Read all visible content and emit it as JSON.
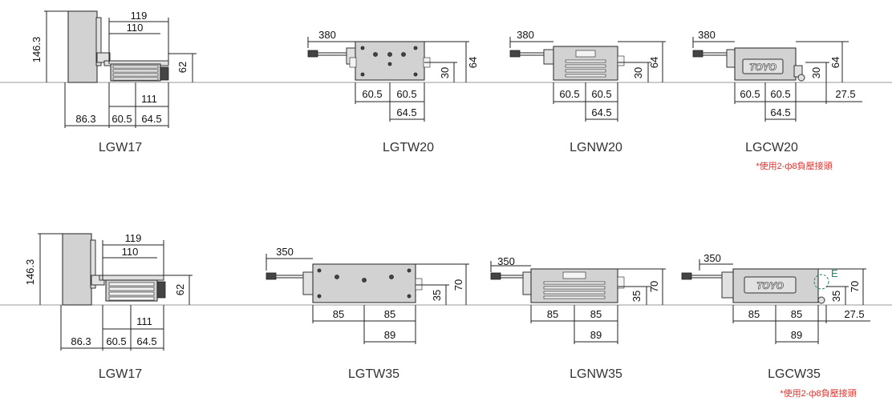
{
  "rows": [
    {
      "lgw": {
        "name": "LGW17",
        "height": "146.3",
        "w119": "119",
        "w110": "110",
        "h62": "62",
        "w111": "111",
        "l86": "86.3",
        "l60": "60.5",
        "l64": "64.5"
      },
      "lgtw": {
        "name": "LGTW20",
        "cable": "380",
        "a": "60.5",
        "b": "60.5",
        "c": "64.5",
        "h30": "30",
        "h64": "64"
      },
      "lgnw": {
        "name": "LGNW20",
        "cable": "380",
        "a": "60.5",
        "b": "60.5",
        "c": "64.5",
        "h30": "30",
        "h64": "64"
      },
      "lgcw": {
        "name": "LGCW20",
        "cable": "380",
        "a": "60.5",
        "b": "60.5",
        "c": "64.5",
        "h30": "30",
        "h64": "64",
        "side": "27.5",
        "note": "*使用2-ф8負壓接頭",
        "logo": "TOYO"
      }
    },
    {
      "lgw": {
        "name": "LGW17",
        "height": "146.3",
        "w119": "119",
        "w110": "110",
        "h62": "62",
        "w111": "111",
        "l86": "86.3",
        "l60": "60.5",
        "l64": "64.5"
      },
      "lgtw": {
        "name": "LGTW35",
        "cable": "350",
        "a": "85",
        "b": "85",
        "c": "89",
        "h30": "35",
        "h64": "70"
      },
      "lgnw": {
        "name": "LGNW35",
        "cable": "350",
        "a": "85",
        "b": "85",
        "c": "89",
        "h30": "35",
        "h64": "70"
      },
      "lgcw": {
        "name": "LGCW35",
        "cable": "350",
        "a": "85",
        "b": "85",
        "c": "89",
        "h30": "35",
        "h64": "70",
        "side": "27.5",
        "note": "*使用2-ф8負壓接頭",
        "logo": "TOYO",
        "e": "E"
      }
    }
  ],
  "colors": {
    "note": "#e0322e",
    "floor": "#9a9a9a",
    "e_marker": "#1a8a5a"
  }
}
